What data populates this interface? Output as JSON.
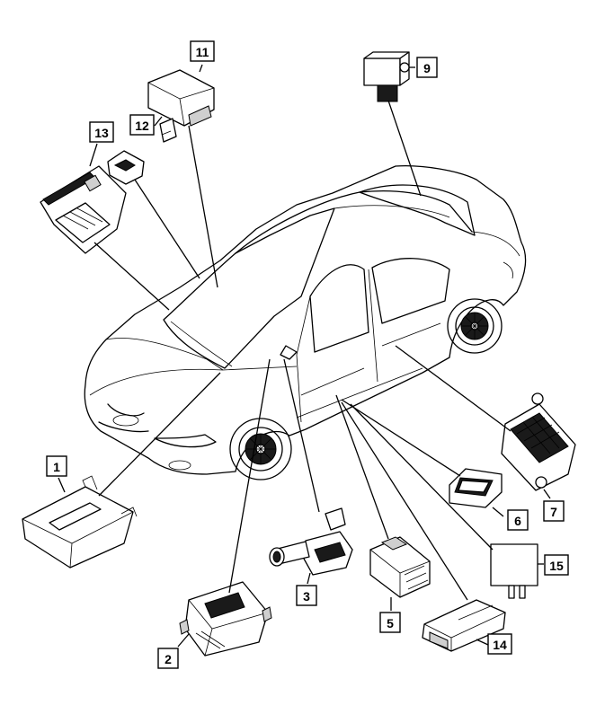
{
  "callouts": [
    {
      "id": "1",
      "label": "1"
    },
    {
      "id": "2",
      "label": "2"
    },
    {
      "id": "3",
      "label": "3"
    },
    {
      "id": "5",
      "label": "5"
    },
    {
      "id": "6",
      "label": "6"
    },
    {
      "id": "7",
      "label": "7"
    },
    {
      "id": "9",
      "label": "9"
    },
    {
      "id": "11",
      "label": "11"
    },
    {
      "id": "12",
      "label": "12"
    },
    {
      "id": "13",
      "label": "13"
    },
    {
      "id": "14",
      "label": "14"
    },
    {
      "id": "15",
      "label": "15"
    }
  ],
  "colors": {
    "line": "#000000",
    "background": "#ffffff"
  }
}
